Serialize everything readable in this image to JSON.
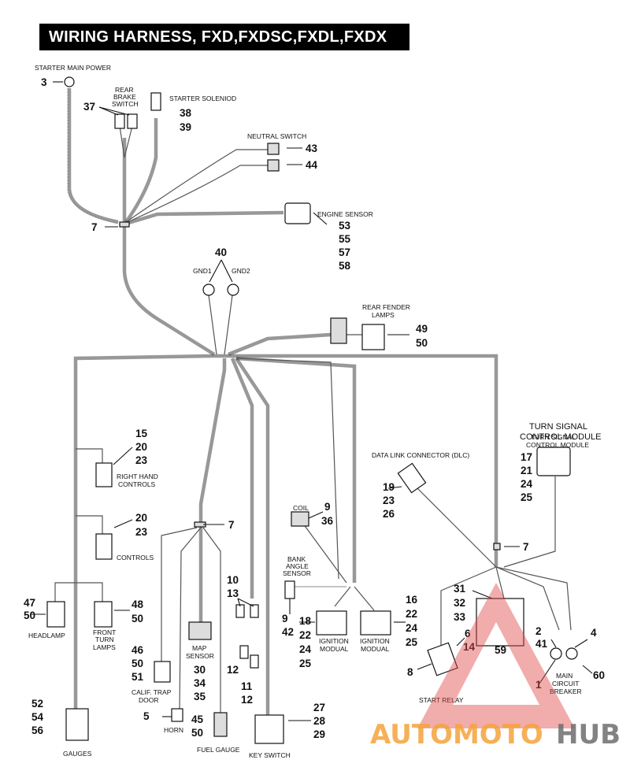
{
  "title": "WIRING HARNESS, FXD,FXDSC,FXDL,FXDX",
  "labels": {
    "starter_main_power": "STARTER MAIN POWER",
    "rear_brake_1": "REAR",
    "rear_brake_2": "BRAKE",
    "rear_brake_3": "SWITCH",
    "starter_solenoid": "STARTER SOLENIOD",
    "neutral_switch": "NEUTRAL SWITCH",
    "engine_sensor": "ENGINE SENSOR",
    "gnd1": "GND1",
    "gnd2": "GND2",
    "rear_fender_1": "REAR FENDER",
    "rear_fender_2": "LAMPS",
    "turn_signal_main_1": "TURN SIGNAL",
    "turn_signal_main_2": "CONTROL MODULE",
    "turn_signal_small_1": "TURN SIGNAL",
    "turn_signal_small_2": "CONTROL MODULE",
    "dlc": "DATA LINK CONNECTOR (DLC)",
    "right_hand_1": "RIGHT HAND",
    "right_hand_2": "CONTROLS",
    "controls": "CONTROLS",
    "coil": "COIL",
    "bank_angle_1": "BANK",
    "bank_angle_2": "ANGLE",
    "bank_angle_3": "SENSOR",
    "headlamp": "HEADLAMP",
    "front_turn_1": "FRONT",
    "front_turn_2": "TURN",
    "front_turn_3": "LAMPS",
    "map_sensor_1": "MAP",
    "map_sensor_2": "SENSOR",
    "calif_trap_1": "CALIF. TRAP",
    "calif_trap_2": "DOOR",
    "ignition_modual_a_1": "IGNITION",
    "ignition_modual_a_2": "MODUAL",
    "ignition_modual_b_1": "IGNITION",
    "ignition_modual_b_2": "MODUAL",
    "start_relay": "START RELAY",
    "main_breaker_1": "MAIN",
    "main_breaker_2": "CIRCUIT",
    "main_breaker_3": "BREAKER",
    "horn": "HORN",
    "fuel_gauge": "FUEL GAUGE",
    "key_switch": "KEY SWITCH",
    "gauges": "GAUGES"
  },
  "numbers": {
    "n3": "3",
    "n37": "37",
    "n38": "38",
    "n39": "39",
    "n43": "43",
    "n44": "44",
    "n7a": "7",
    "n53": "53",
    "n55": "55",
    "n57": "57",
    "n58": "58",
    "n40": "40",
    "n49": "49",
    "n50a": "50",
    "n15": "15",
    "n20a": "20",
    "n23a": "23",
    "n17": "17",
    "n21": "21",
    "n24a": "24",
    "n25a": "25",
    "n19": "19",
    "n23b": "23",
    "n26": "26",
    "n20b": "20",
    "n23c": "23",
    "n9a": "9",
    "n36": "36",
    "n7b": "7",
    "n7c": "7",
    "n10": "10",
    "n13": "13",
    "n47": "47",
    "n50b": "50",
    "n48": "48",
    "n50c": "50",
    "n31": "31",
    "n32": "32",
    "n33": "33",
    "n16": "16",
    "n22a": "22",
    "n24b": "24",
    "n25b": "25",
    "n2": "2",
    "n41": "41",
    "n4": "4",
    "n9b": "9",
    "n42": "42",
    "n18": "18",
    "n22b": "22",
    "n24c": "24",
    "n25c": "25",
    "n6": "6",
    "n14": "14",
    "n59": "59",
    "n46": "46",
    "n50d": "50",
    "n51": "51",
    "n30": "30",
    "n34": "34",
    "n35": "35",
    "n12a": "12",
    "n11": "11",
    "n12b": "12",
    "n8": "8",
    "n1": "1",
    "n60": "60",
    "n52": "52",
    "n54": "54",
    "n56": "56",
    "n5": "5",
    "n45": "45",
    "n50e": "50",
    "n27": "27",
    "n28": "28",
    "n29": "29"
  },
  "watermark": {
    "part1": "AUTOMOTO",
    "part2": "HUB",
    "color_accent": "#f4a23a",
    "color_dark": "#6d6d6d",
    "triangle_color": "#e04848"
  }
}
